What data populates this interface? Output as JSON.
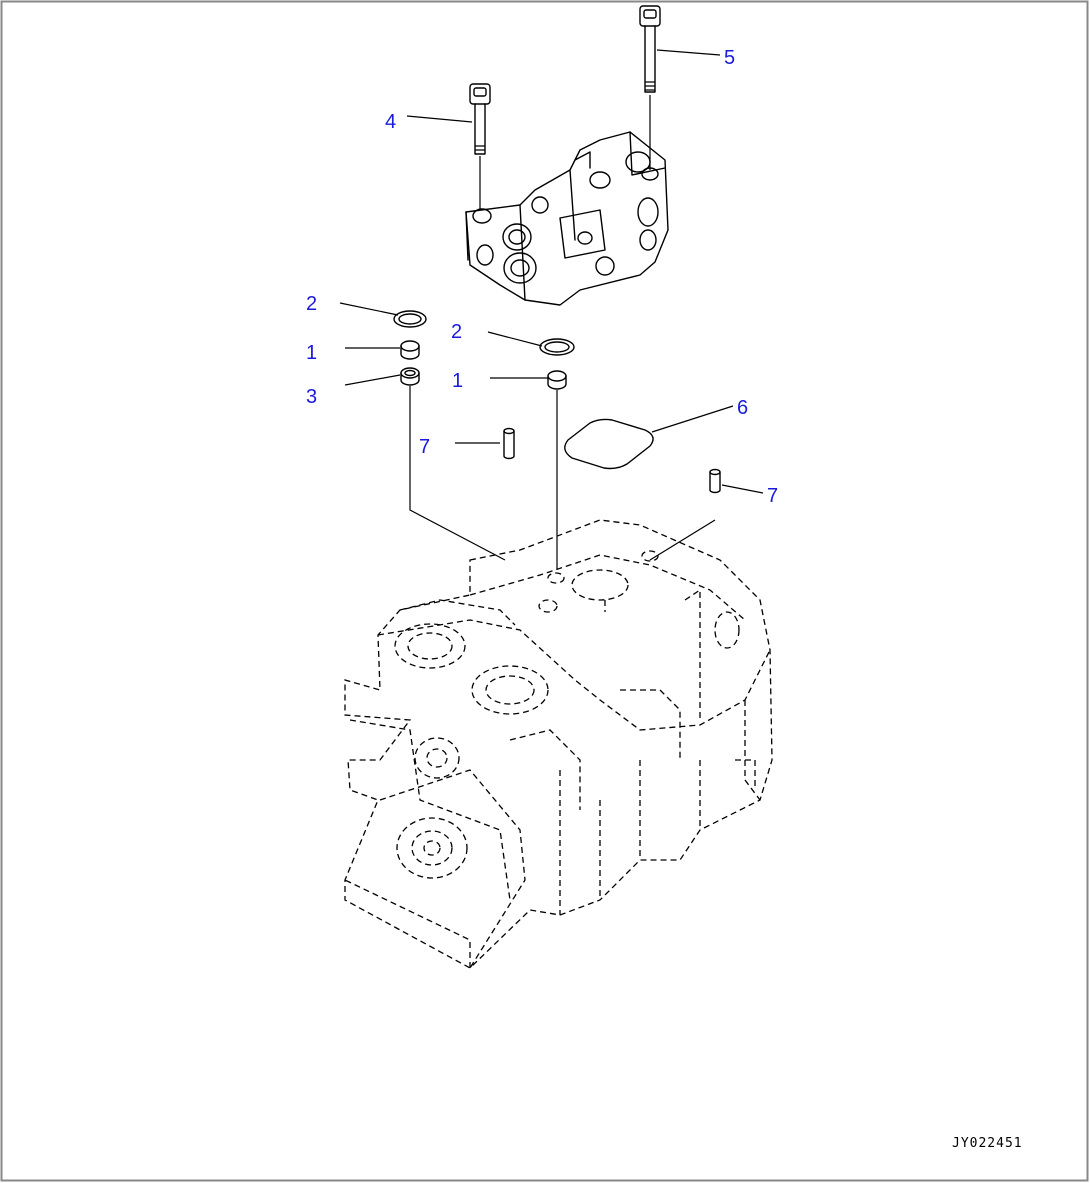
{
  "diagram": {
    "callouts": [
      {
        "id": "c5",
        "label": "5"
      },
      {
        "id": "c4",
        "label": "4"
      },
      {
        "id": "c2a",
        "label": "2"
      },
      {
        "id": "c1a",
        "label": "1"
      },
      {
        "id": "c3",
        "label": "3"
      },
      {
        "id": "c2b",
        "label": "2"
      },
      {
        "id": "c1b",
        "label": "1"
      },
      {
        "id": "c6",
        "label": "6"
      },
      {
        "id": "c7a",
        "label": "7"
      },
      {
        "id": "c7b",
        "label": "7"
      }
    ],
    "drawing_code": "JY022451",
    "colors": {
      "callout": "#1a1adb",
      "line": "#000000",
      "border": "#888888"
    }
  }
}
